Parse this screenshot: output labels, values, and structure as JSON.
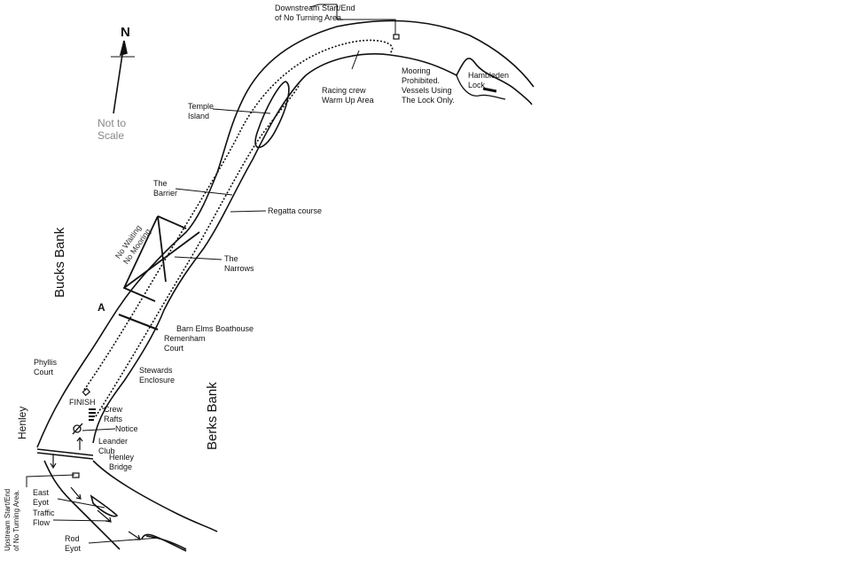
{
  "north": {
    "letter": "N",
    "note": "Not to\nScale"
  },
  "banks": {
    "bucks": "Bucks Bank",
    "berks": "Berks Bank",
    "town": "Henley"
  },
  "labels": {
    "downstream": "Downstream Start/End\nof No Turning Area.",
    "mooring": "Mooring\nProhibited.\nVessels Using\nThe Lock Only.",
    "hambleden": "Hambleden\nLock",
    "racing": "Racing crew\nWarm Up Area",
    "temple": "Temple\nIsland",
    "barrier": "The\nBarrier",
    "regatta": "Regatta course",
    "no_waiting": "No Waiting\nNo Mooring",
    "narrows": "The\nNarrows",
    "a": "A",
    "barn_elms": "Barn Elms Boathouse",
    "remenham": "Remenham\nCourt",
    "phyllis": "Phyllis\nCourt",
    "stewards": "Stewards\nEnclosure",
    "finish": "FINISH",
    "crew_rafts": "Crew\nRafts",
    "notice": "Notice",
    "leander": "Leander\nClub",
    "bridge": "Henley\nBridge",
    "upstream": "Upstream Start/End\nof No Turning Area.",
    "east_eyot": "East\nEyot",
    "traffic": "Traffic\nFlow",
    "rod_eyot": "Rod\nEyot"
  }
}
